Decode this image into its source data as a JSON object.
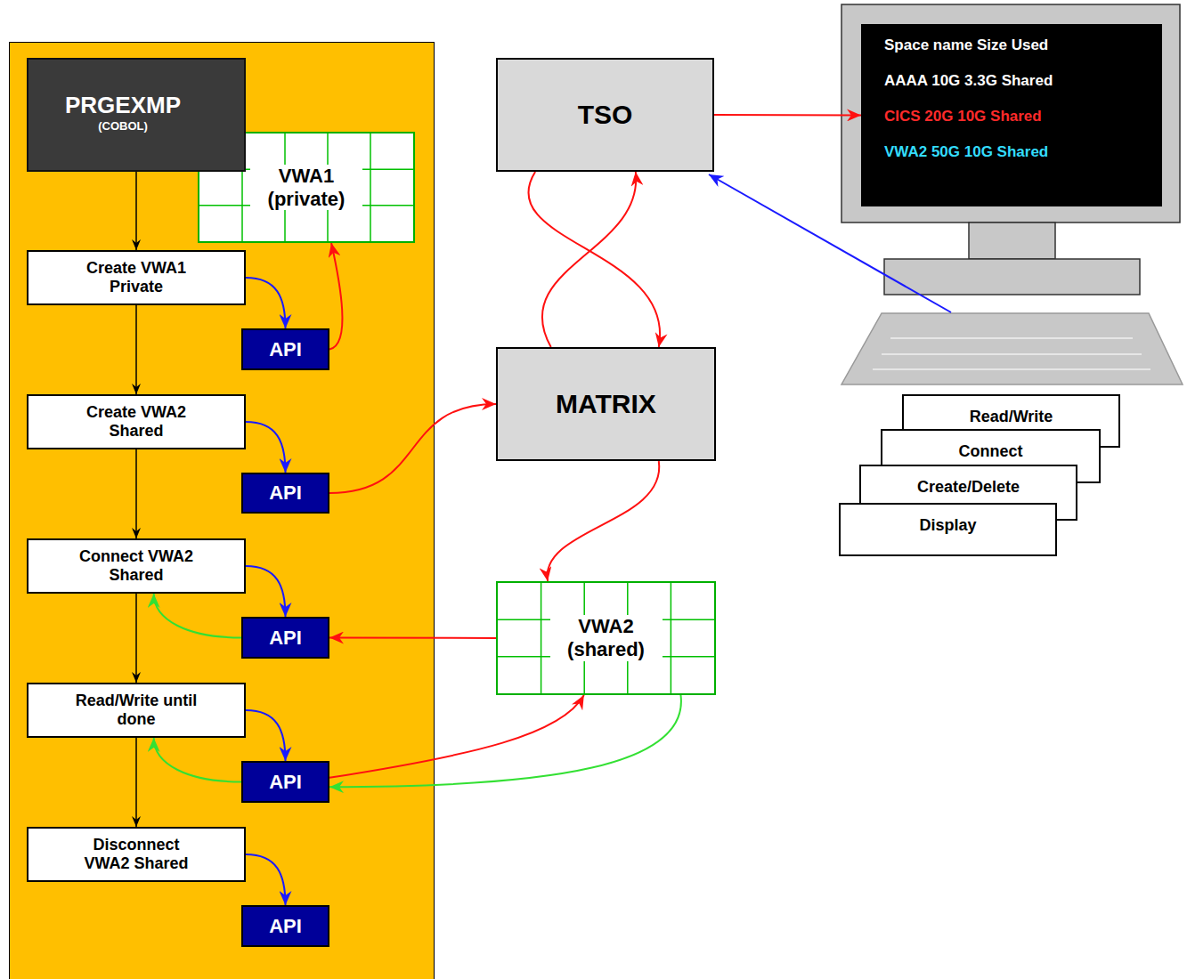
{
  "diagram": {
    "nodes": [
      {
        "text": [
          "PRGEXMP",
          "(COBOL)"
        ]
      },
      {
        "text": [
          "VWA1 (private)"
        ]
      },
      {
        "text": [
          "Create VWA1 Private"
        ]
      },
      {
        "text": [
          "API"
        ]
      },
      {
        "text": [
          "Create VWA2 Shared"
        ]
      },
      {
        "text": [
          "API"
        ]
      },
      {
        "text": [
          "Connect VWA2 Shared"
        ]
      },
      {
        "text": [
          "API"
        ]
      },
      {
        "text": [
          "Read/Write until done"
        ]
      },
      {
        "text": [
          "API"
        ]
      },
      {
        "text": [
          "Disconnect VWA2 Shared"
        ]
      },
      {
        "text": [
          "API"
        ]
      },
      {
        "text": [
          "TSO"
        ]
      },
      {
        "text": [
          "MATRIX"
        ]
      },
      {
        "text": [
          "VWA2 (shared)"
        ]
      },
      {
        "text": [
          "Space name Size Used",
          "AAAA 10G 3.3G Shared",
          "CICS 20G 10G Shared",
          "VWA2 50G 10G Shared"
        ]
      },
      {
        "text": [
          "Read/Write"
        ]
      },
      {
        "text": [
          "Connect"
        ]
      },
      {
        "text": [
          "Create/Delete"
        ]
      },
      {
        "text": [
          "Display"
        ]
      }
    ],
    "edges": [
      {
        "from": 0,
        "to": 2,
        "arrow": "to"
      },
      {
        "from": 2,
        "to": 4,
        "arrow": "to"
      },
      {
        "from": 4,
        "to": 6,
        "arrow": "to"
      },
      {
        "from": 6,
        "to": 8,
        "arrow": "to"
      },
      {
        "from": 8,
        "to": 10,
        "arrow": "to"
      },
      {
        "from": 2,
        "to": 3,
        "arrow": "to"
      },
      {
        "from": 4,
        "to": 5,
        "arrow": "to"
      },
      {
        "from": 6,
        "to": 7,
        "arrow": "to"
      },
      {
        "from": 8,
        "to": 9,
        "arrow": "to"
      },
      {
        "from": 10,
        "to": 11,
        "arrow": "to"
      },
      {
        "from": 3,
        "to": 1,
        "arrow": "to"
      },
      {
        "from": 5,
        "to": 13,
        "arrow": "to"
      },
      {
        "from": 13,
        "to": 14,
        "arrow": "to"
      },
      {
        "from": 14,
        "to": 7,
        "arrow": "to"
      },
      {
        "from": 7,
        "to": 6,
        "arrow": "to"
      },
      {
        "from": 9,
        "to": 14,
        "arrow": "to"
      },
      {
        "from": 14,
        "to": 9,
        "arrow": "to"
      },
      {
        "from": 9,
        "to": 8,
        "arrow": "to"
      },
      {
        "from": 12,
        "to": 13,
        "arrow": "to"
      },
      {
        "from": 13,
        "to": 12,
        "arrow": "to"
      },
      {
        "from": 12,
        "to": 15,
        "arrow": "to"
      }
    ]
  }
}
